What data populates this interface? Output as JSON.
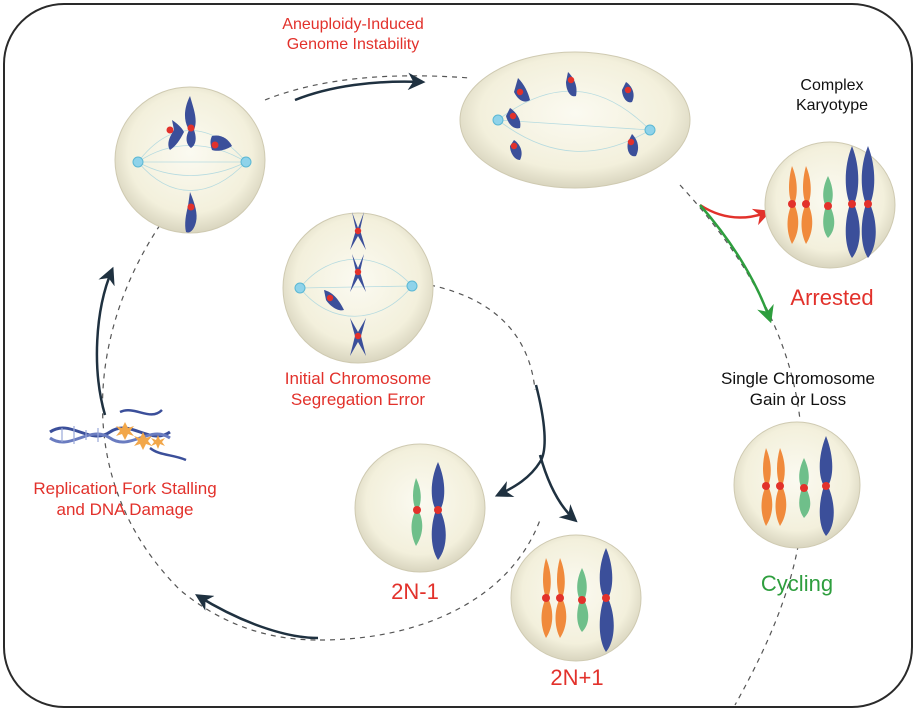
{
  "labels": {
    "aneuploidy": [
      "Aneuploidy-Induced",
      "Genome Instability"
    ],
    "complex": [
      "Complex",
      "Karyotype"
    ],
    "arrested": "Arrested",
    "single": [
      "Single Chromosome",
      "Gain or Loss"
    ],
    "cycling": "Cycling",
    "initial": [
      "Initial Chromosome",
      "Segregation Error"
    ],
    "replication": [
      "Replication Fork Stalling",
      "and DNA Damage"
    ],
    "n_minus": "2N-1",
    "n_plus": "2N+1"
  },
  "colors": {
    "frame": "#2a2a2a",
    "cell_fill": "#f4f1de",
    "chromosome_blue": "#3b4f9a",
    "chromosome_orange": "#f08a3c",
    "chromosome_green": "#6fbf8a",
    "centromere": "#e2312b",
    "centrosome": "#8fd3ea",
    "arrow_dark": "#1f3140",
    "arrow_red": "#e2312b",
    "arrow_green": "#2e9e3e",
    "label_red": "#e2312b",
    "label_green": "#2e9e3e"
  },
  "icons": [
    "dna-damage-icon"
  ]
}
